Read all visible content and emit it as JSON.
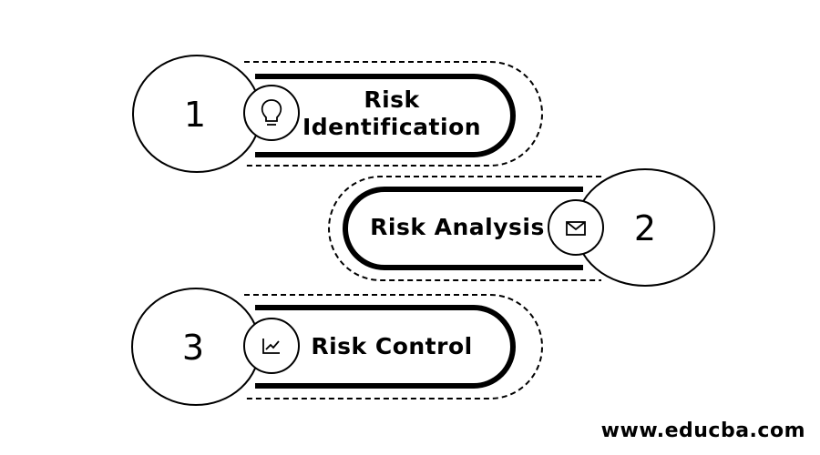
{
  "steps": [
    {
      "number": "1",
      "label_lines": [
        "Risk",
        "Identification"
      ],
      "icon": "lightbulb-icon"
    },
    {
      "number": "2",
      "label_lines": [
        "Risk Analysis"
      ],
      "icon": "envelope-icon"
    },
    {
      "number": "3",
      "label_lines": [
        "Risk Control"
      ],
      "icon": "chart-icon"
    }
  ],
  "watermark": "www.educba.com"
}
